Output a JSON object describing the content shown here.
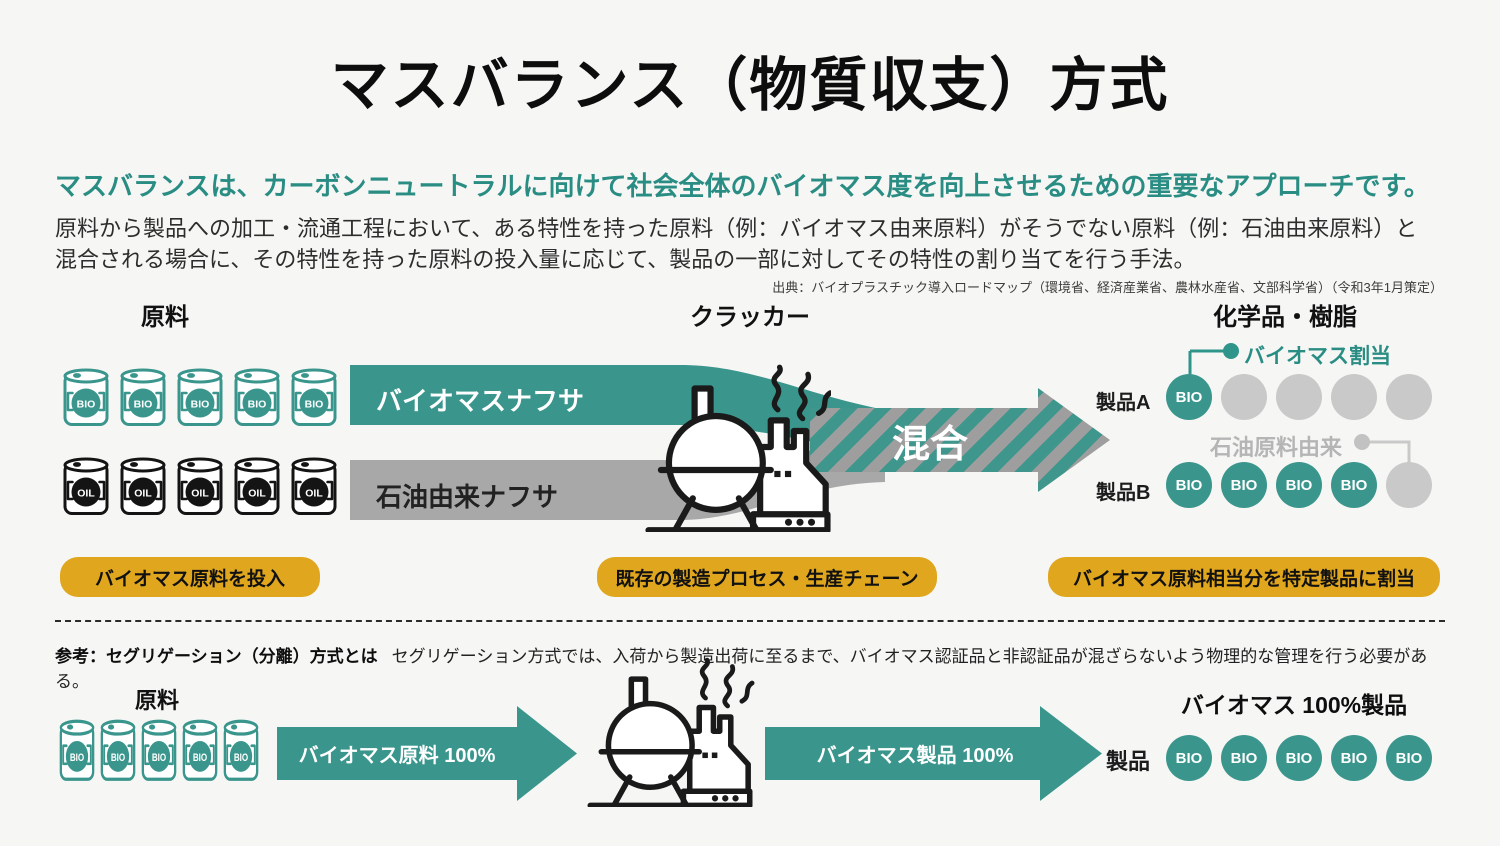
{
  "colors": {
    "bg": "#f6f6f4",
    "teal": "#3a968d",
    "teal-text": "#2a8d84",
    "gray-band": "#a8a8a8",
    "stripe-gray": "#9e9e9e",
    "stripe-teal": "#3f968c",
    "gray-chip": "#c9c9c9",
    "gray-label": "#b5b5b5",
    "yellow": "#dfa61e"
  },
  "title": "マスバランス（物質収支）方式",
  "intro": {
    "highlight": "マスバランスは、カーボンニュートラルに向けて社会全体のバイオマス度を向上させるための重要なアプローチです。",
    "line1": "原料から製品への加工・流通工程において、ある特性を持った原料（例：バイオマス由来原料）がそうでない原料（例：石油由来原料）と",
    "line2": "混合される場合に、その特性を持った原料の投入量に応じて、製品の一部に対してその特性の割り当てを行う手法。",
    "source": "出典：バイオプラスチック導入ロードマップ（環境省、経済産業省、農林水産省、文部科学省）（令和3年1月策定）"
  },
  "labels": {
    "bio": "BIO",
    "oil": "OIL"
  },
  "top": {
    "col_raw": "原料",
    "col_cracker": "クラッカー",
    "col_chem": "化学品・樹脂",
    "biomass_naphtha": "バイオマスナフサ",
    "oil_naphtha": "石油由来ナフサ",
    "mix": "混合",
    "biomass_alloc": "バイオマス割当",
    "oil_derived": "石油原料由来",
    "product_a": "製品A",
    "product_b": "製品B",
    "step1": "バイオマス原料を投入",
    "step2": "既存の製造プロセス・生産チェーン",
    "step3": "バイオマス原料相当分を特定製品に割当"
  },
  "bottom": {
    "ref_title": "参考：セグリゲーション（分離）方式とは",
    "ref_body": "セグリゲーション方式では、入荷から製造出荷に至るまで、バイオマス認証品と非認証品が混ざらないよう物理的な管理を行う必要がある。",
    "col_raw": "原料",
    "arrow_in": "バイオマス原料 100%",
    "arrow_out": "バイオマス製品 100%",
    "product": "製品",
    "result": "バイオマス 100%製品"
  }
}
